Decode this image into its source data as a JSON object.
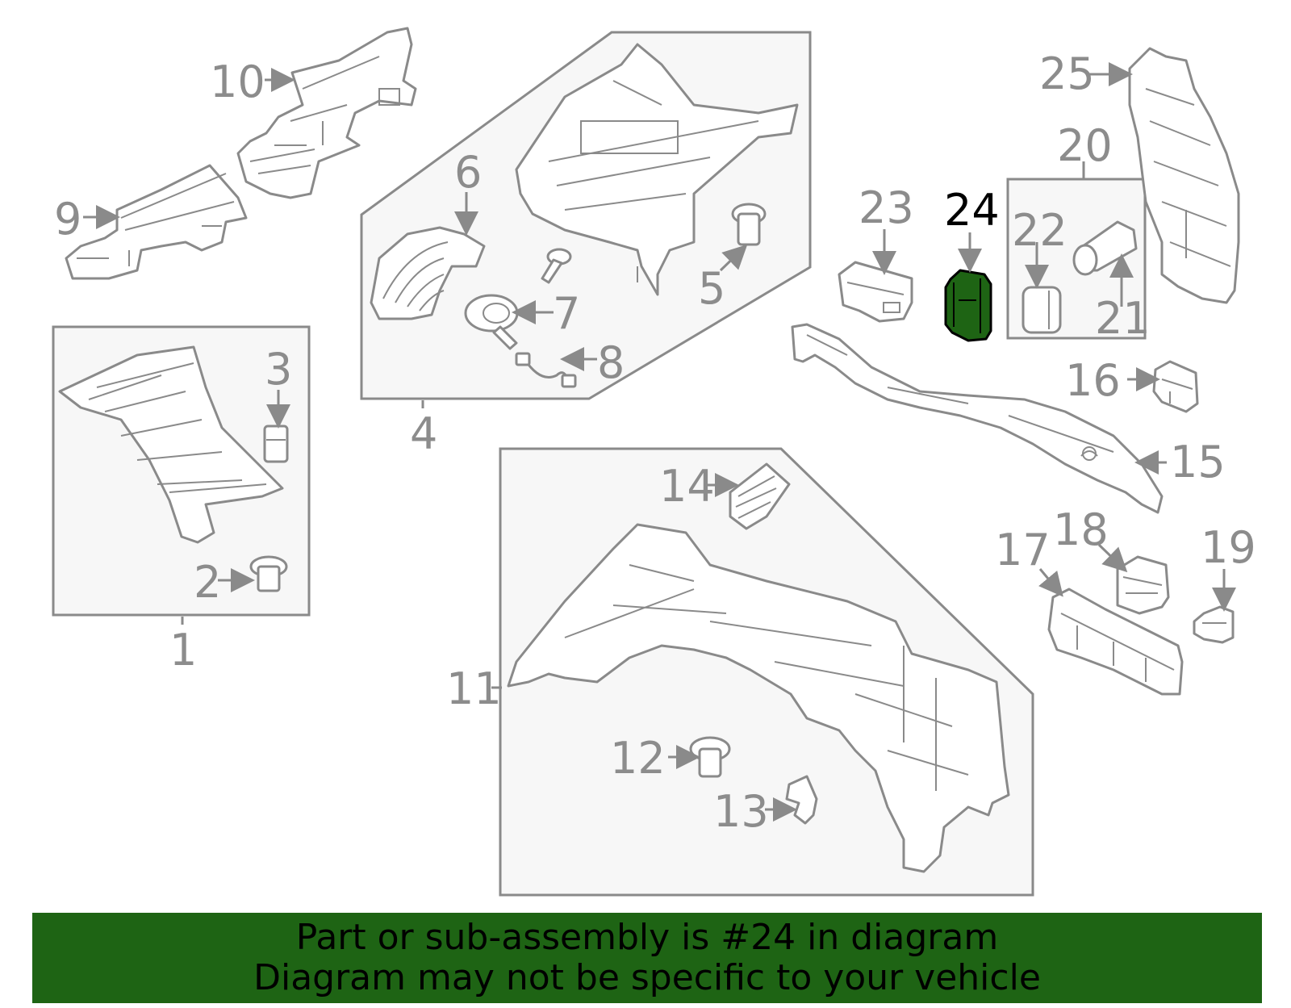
{
  "diagram": {
    "highlight_color": "#1e6414",
    "highlighted_part": "24",
    "callouts": {
      "c1": "1",
      "c2": "2",
      "c3": "3",
      "c4": "4",
      "c5": "5",
      "c6": "6",
      "c7": "7",
      "c8": "8",
      "c9": "9",
      "c10": "10",
      "c11": "11",
      "c12": "12",
      "c13": "13",
      "c14": "14",
      "c15": "15",
      "c16": "16",
      "c17": "17",
      "c18": "18",
      "c19": "19",
      "c20": "20",
      "c21": "21",
      "c22": "22",
      "c23": "23",
      "c24": "24",
      "c25": "25"
    }
  },
  "banner": {
    "line1": "Part or sub-assembly is #24 in diagram",
    "line2": "Diagram may not be specific to your vehicle",
    "background": "#1e6414"
  }
}
